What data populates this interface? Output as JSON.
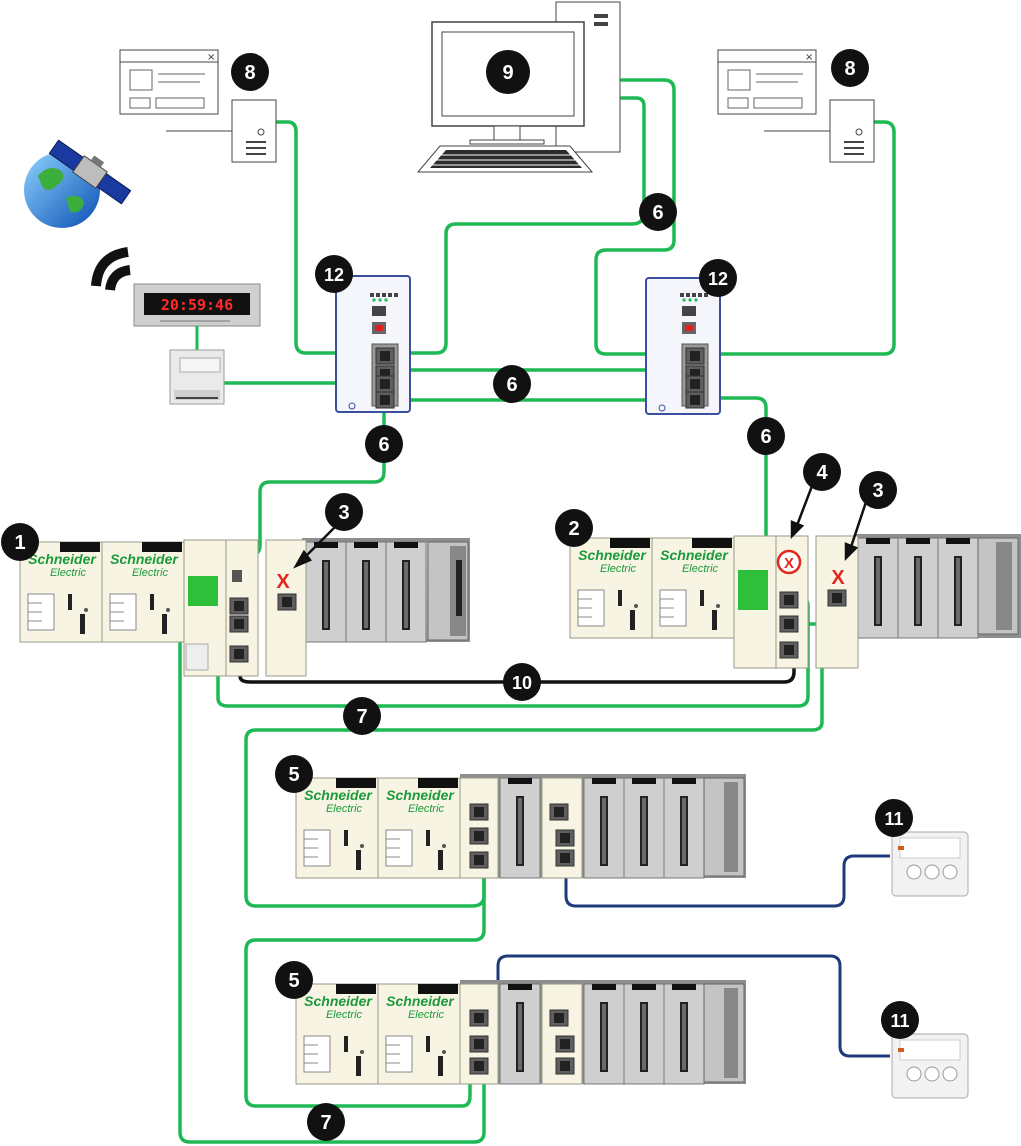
{
  "clock": {
    "display": "20:59:46"
  },
  "callouts": [
    {
      "id": "c1",
      "label": "1"
    },
    {
      "id": "c2",
      "label": "2"
    },
    {
      "id": "c3a",
      "label": "3"
    },
    {
      "id": "c3b",
      "label": "3"
    },
    {
      "id": "c4",
      "label": "4"
    },
    {
      "id": "c5a",
      "label": "5"
    },
    {
      "id": "c5b",
      "label": "5"
    },
    {
      "id": "c6a",
      "label": "6"
    },
    {
      "id": "c6b",
      "label": "6"
    },
    {
      "id": "c6c",
      "label": "6"
    },
    {
      "id": "c6d",
      "label": "6"
    },
    {
      "id": "c7a",
      "label": "7"
    },
    {
      "id": "c7b",
      "label": "7"
    },
    {
      "id": "c8a",
      "label": "8"
    },
    {
      "id": "c8b",
      "label": "8"
    },
    {
      "id": "c9",
      "label": "9"
    },
    {
      "id": "c10",
      "label": "10"
    },
    {
      "id": "c11a",
      "label": "11"
    },
    {
      "id": "c11b",
      "label": "11"
    },
    {
      "id": "c12a",
      "label": "12"
    },
    {
      "id": "c12b",
      "label": "12"
    }
  ],
  "brand": {
    "line1": "Schneider",
    "line2": "Electric"
  },
  "fault_mark": "X",
  "colors": {
    "ethernet": "#1db954",
    "fiber": "#111111",
    "serial": "#1f3a7a",
    "fault": "#e3261b"
  }
}
